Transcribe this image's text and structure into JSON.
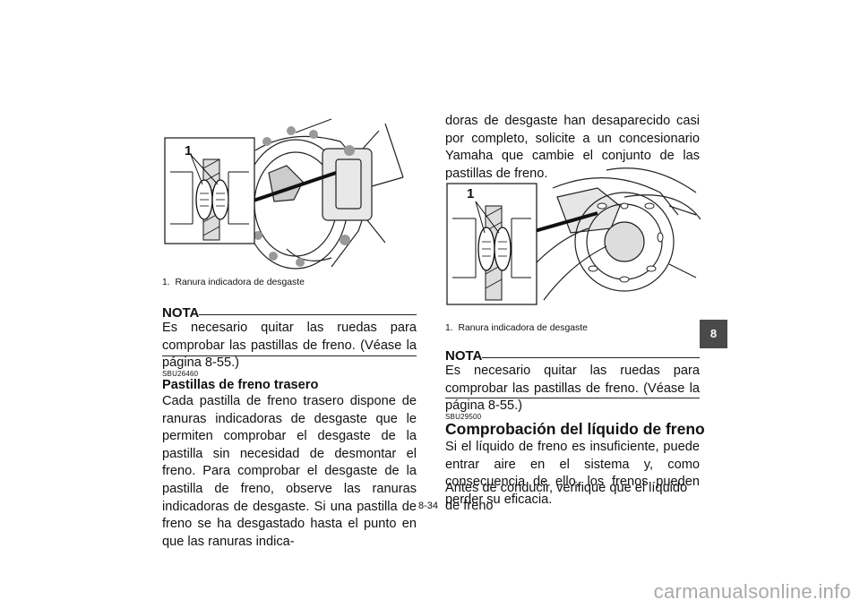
{
  "left": {
    "figure_label": "1",
    "caption_num": "1.",
    "caption": "Ranura indicadora de desgaste",
    "nota_title": "NOTA",
    "nota_text": "Es necesario quitar las ruedas para comprobar las pastillas de freno. (Véase la página 8-55.)",
    "section_code": "SBU26460",
    "section_title": "Pastillas de freno trasero",
    "section_text": "Cada pastilla de freno trasero dispone de ranuras indicadoras de desgaste que le permiten comprobar el desgaste de la pastilla sin necesidad de desmontar el freno. Para comprobar el desgaste de la pastilla de freno, observe las ranuras indicadoras de desgaste. Si una pastilla de freno se ha desgastado hasta el punto en que las ranuras indica-"
  },
  "right": {
    "intro_text": "doras de desgaste han desaparecido casi por completo, solicite a un concesionario Yamaha que cambie el conjunto de las pastillas de freno.",
    "figure_label": "1",
    "caption_num": "1.",
    "caption": "Ranura indicadora de desgaste",
    "nota_title": "NOTA",
    "nota_text": "Es necesario quitar las ruedas para comprobar las pastillas de freno. (Véase la página 8-55.)",
    "section_code": "SBU29500",
    "section_title": "Comprobación del líquido de freno",
    "section_text_1": "Si el líquido de freno es insuficiente, puede entrar aire en el sistema y, como consecuencia de ello, los frenos pueden perder su eficacia.",
    "section_text_2": "Antes de conducir, verifique que el líquido de freno"
  },
  "page_number": "8-34",
  "chapter_tab": "8",
  "watermark": "carmanualsonline.info"
}
